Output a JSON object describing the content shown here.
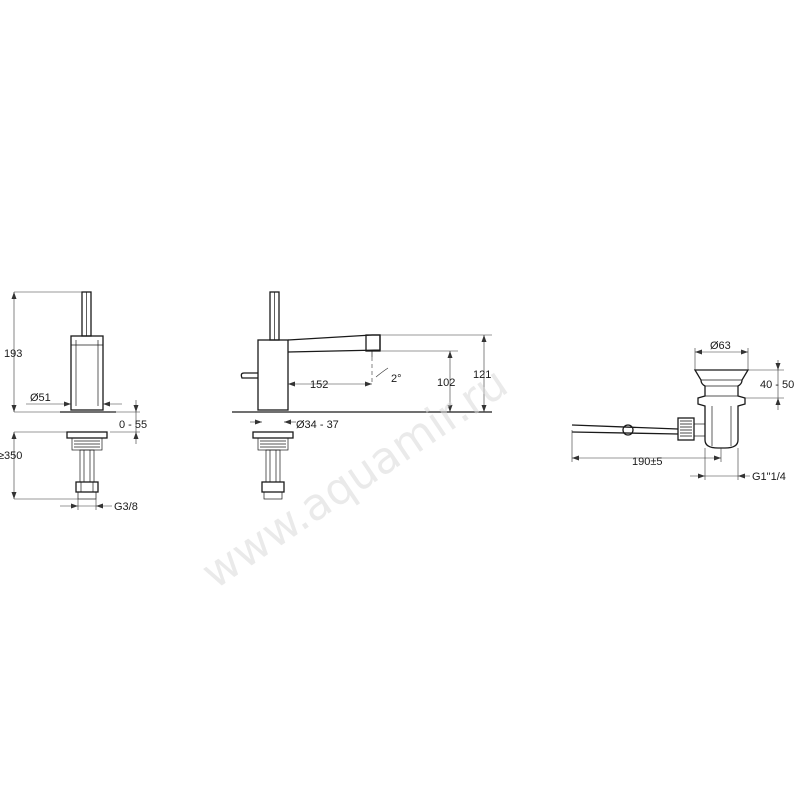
{
  "watermark": "www.aquamir.ru",
  "side_view": {
    "height_label": "193",
    "body_diameter": "Ø51",
    "deck_thickness": "0 - 55",
    "hose_length": "≥350",
    "thread": "G3/8"
  },
  "front_view": {
    "base_diameter": "Ø34 - 37",
    "spout_reach": "152",
    "angle": "2°",
    "spout_height": "102",
    "total_height": "121"
  },
  "waste_view": {
    "flange_diameter": "Ø63",
    "flange_height": "40 - 50",
    "rod_length": "190±5",
    "outlet_thread": "G1\"1/4"
  }
}
